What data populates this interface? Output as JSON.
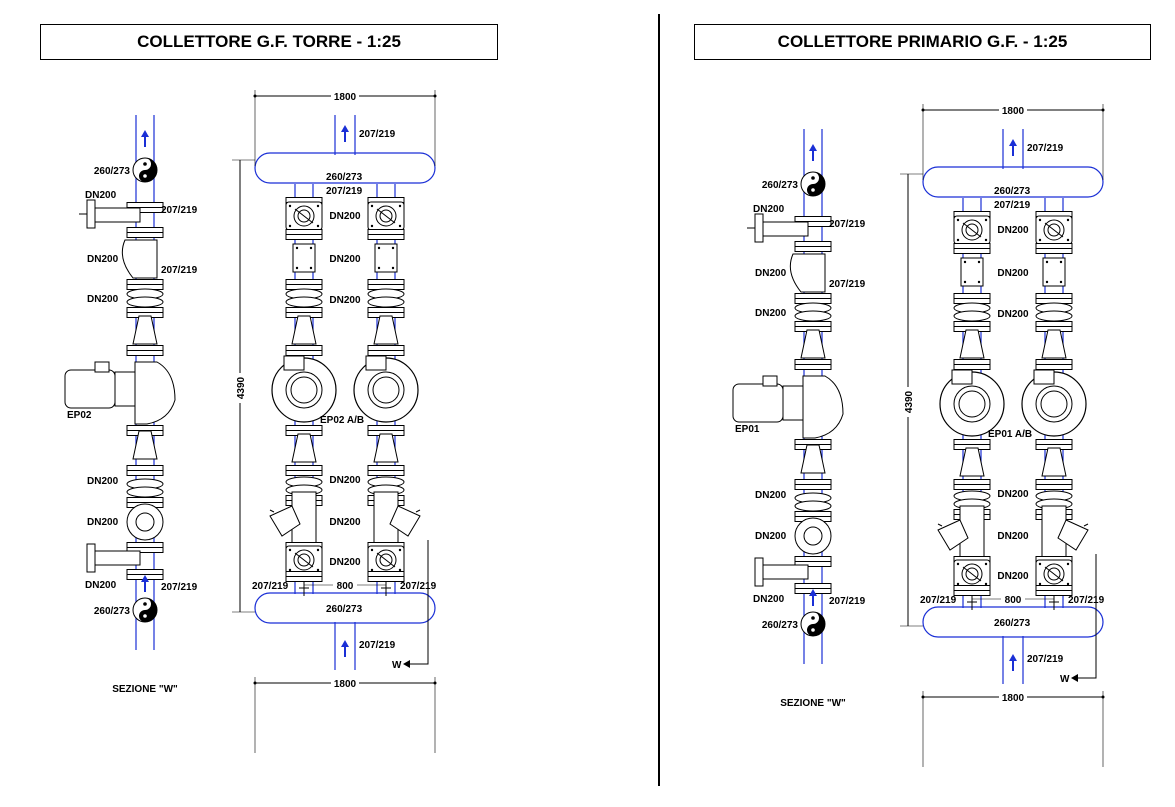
{
  "left": {
    "title": "COLLETTORE G.F. TORRE - 1:25",
    "section": "SEZIONE \"W\"",
    "pump_label": "EP02",
    "pump_pair_label": "EP02 A/B",
    "dn": "DN200",
    "size_big": "260/273",
    "size_small": "207/219",
    "dim_width": "1800",
    "dim_height": "4390",
    "dim_spacing": "800",
    "section_marker": "W"
  },
  "right": {
    "title": "COLLETTORE PRIMARIO G.F. - 1:25",
    "section": "SEZIONE \"W\"",
    "pump_label": "EP01",
    "pump_pair_label": "EP01 A/B",
    "dn": "DN200",
    "size_big": "260/273",
    "size_small": "207/219",
    "dim_width": "1800",
    "dim_height": "4390",
    "dim_spacing": "800",
    "section_marker": "W"
  },
  "colors": {
    "pipe": "#1a2fd6",
    "arrow": "#1a2fd6",
    "line": "#000000"
  }
}
